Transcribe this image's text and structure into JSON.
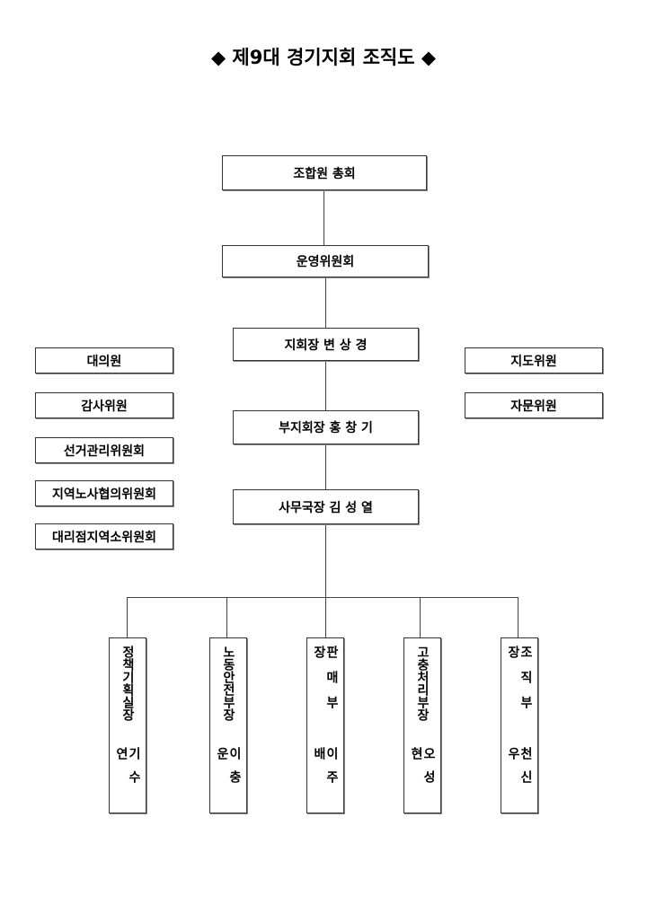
{
  "title": "◆ 제9대 경기지회 조직도 ◆",
  "main_chain": [
    "조합원 총회",
    "운영위원회",
    "지회장 변 상 경",
    "부지회장 홍 창 기",
    "사무국장 김 성 열"
  ],
  "left_committees": [
    "대의원",
    "감사위원",
    "선거관리위원회",
    "지역노사협의위원회",
    "대리점지역소위원회"
  ],
  "right_committees": [
    "지도위원",
    "자문위원"
  ],
  "departments": [
    {
      "role": "정책기획실장",
      "name": "기수연"
    },
    {
      "role": "노동안전부장",
      "name": "이충운"
    },
    {
      "role": "판매부장",
      "name": "이주배"
    },
    {
      "role": "고충처리부장",
      "name": "오성현"
    },
    {
      "role": "조직부장",
      "name": "천신우"
    }
  ]
}
